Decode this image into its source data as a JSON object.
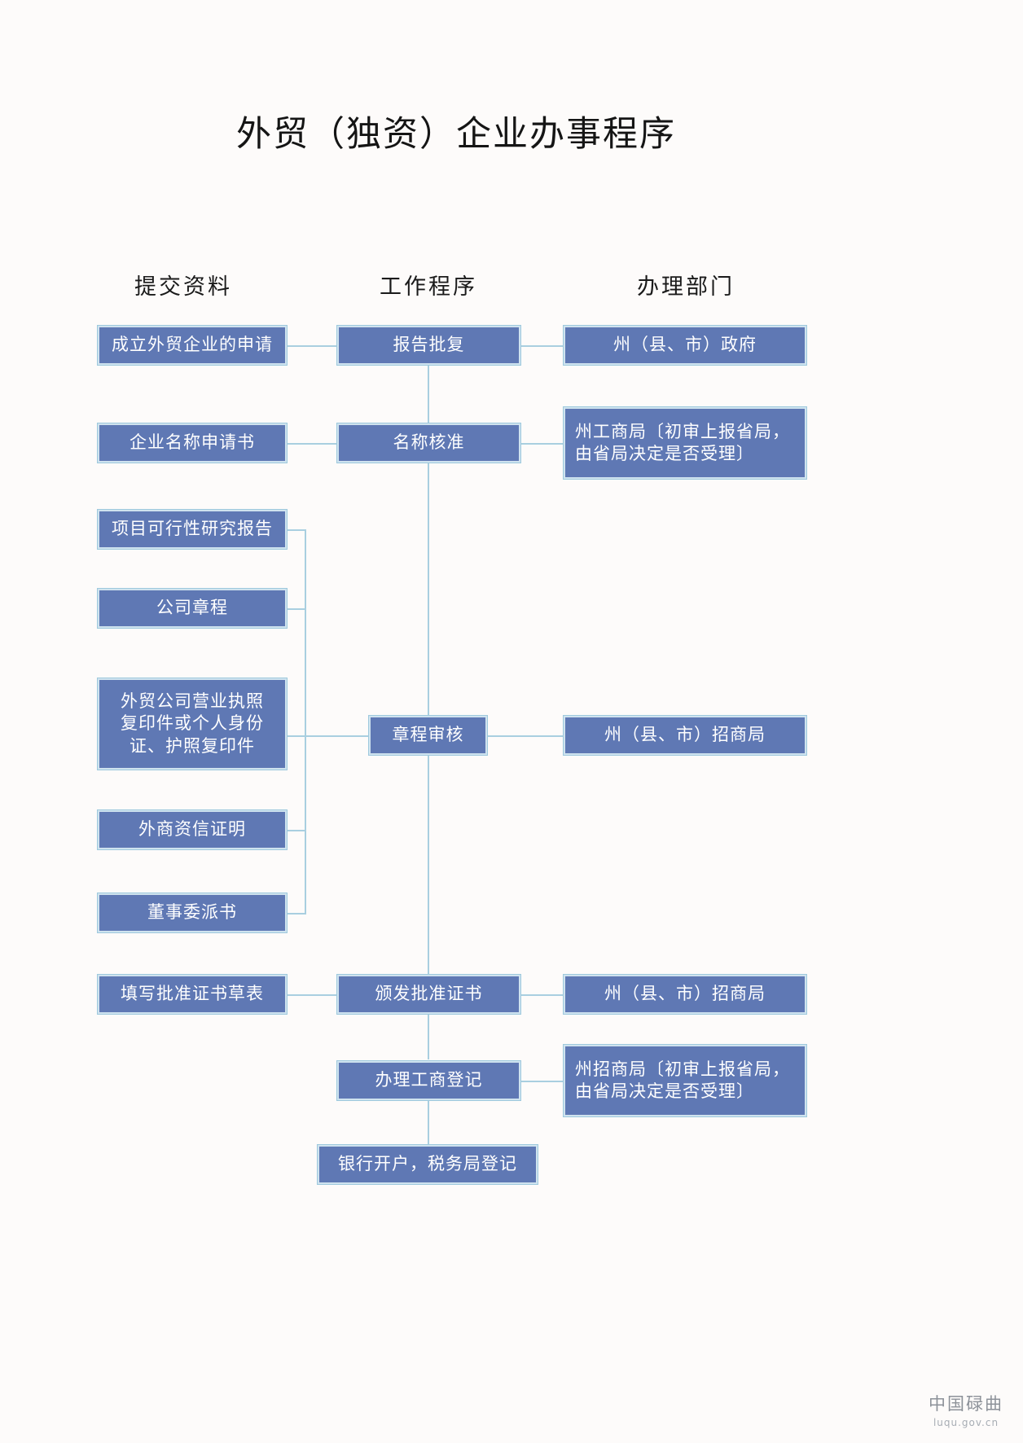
{
  "title": "外贸（独资）企业办事程序",
  "headers": {
    "documents": "提交资料",
    "process": "工作程序",
    "department": "办理部门"
  },
  "colors": {
    "node_fill": "#5f78b4",
    "node_border": "#cfe3ef",
    "connector": "#a9cfe0",
    "page_background": "#fdfbfa",
    "node_text": "#ffffff",
    "title_text": "#151515"
  },
  "nodes": {
    "documents": [
      {
        "id": "doc-1",
        "label": "成立外贸企业的申请"
      },
      {
        "id": "doc-2",
        "label": "企业名称申请书"
      },
      {
        "id": "doc-3",
        "label": "项目可行性研究报告"
      },
      {
        "id": "doc-4",
        "label": "公司章程"
      },
      {
        "id": "doc-5",
        "label": "外贸公司营业执照\n复印件或个人身份\n证、护照复印件"
      },
      {
        "id": "doc-6",
        "label": "外商资信证明"
      },
      {
        "id": "doc-7",
        "label": "董事委派书"
      },
      {
        "id": "doc-8",
        "label": "填写批准证书草表"
      }
    ],
    "process": [
      {
        "id": "proc-1",
        "label": "报告批复"
      },
      {
        "id": "proc-2",
        "label": "名称核准"
      },
      {
        "id": "proc-3",
        "label": "章程审核"
      },
      {
        "id": "proc-4",
        "label": "颁发批准证书"
      },
      {
        "id": "proc-5",
        "label": "办理工商登记"
      },
      {
        "id": "proc-6",
        "label": "银行开户，税务局登记"
      }
    ],
    "departments": [
      {
        "id": "dept-1",
        "label": "州（县、市）政府"
      },
      {
        "id": "dept-2",
        "label": "州工商局〔初审上报省局，\n由省局决定是否受理〕"
      },
      {
        "id": "dept-3",
        "label": "州（县、市）招商局"
      },
      {
        "id": "dept-4",
        "label": "州（县、市）招商局"
      },
      {
        "id": "dept-5",
        "label": "州招商局〔初审上报省局，\n由省局决定是否受理〕"
      }
    ]
  },
  "watermark": {
    "main": "中国碌曲",
    "sub": "luqu.gov.cn"
  }
}
